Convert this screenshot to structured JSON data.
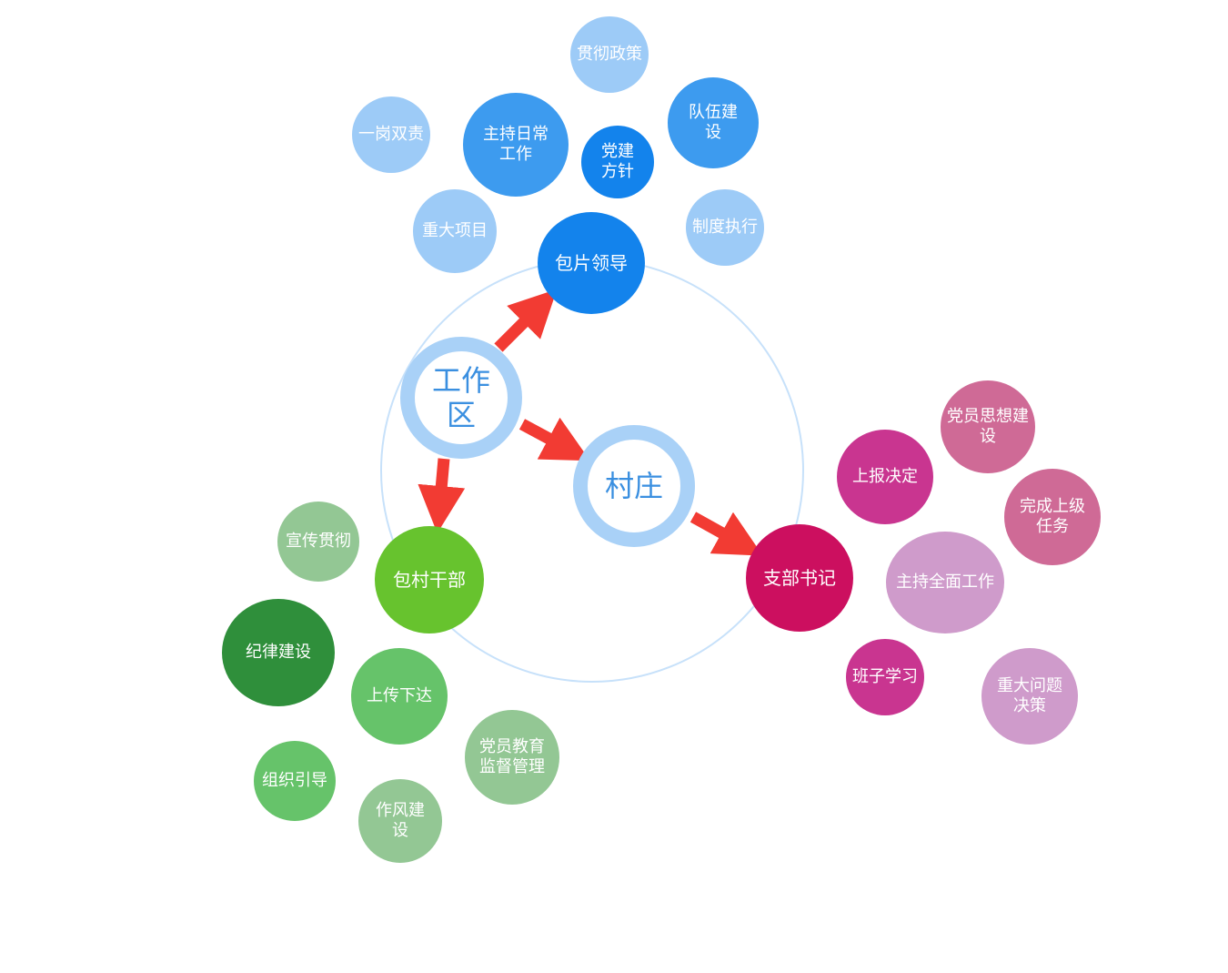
{
  "colors": {
    "blue_main": "#1383ec",
    "blue_mid": "#3d9bef",
    "blue_light": "#9dcbf7",
    "green_main": "#67c32e",
    "green_dark": "#2f8f3b",
    "green_mid": "#66c36a",
    "green_light": "#93c794",
    "magenta_main": "#cc0f5f",
    "magenta_mid": "#c93590",
    "pink_mid": "#cf6a96",
    "pink_light": "#cf9bcb",
    "hub_ring": "#a9d1f7",
    "hub_text": "#3a8fe0",
    "arrow": "#f23b33",
    "orbit": "#c7e1fa"
  },
  "hubs": {
    "work_area": "工作\n区",
    "village": "村庄"
  },
  "main_nodes": {
    "package_leader": "包片领导",
    "village_cadre": "包村干部",
    "branch_secretary": "支部书记"
  },
  "leader_duties": {
    "implement_policy": "贯彻政策",
    "one_post_two_duties": "一岗双责",
    "host_daily_work": "主持日常\n工作",
    "party_policy": "党建\n方针",
    "team_building": "队伍建\n设",
    "major_projects": "重大项目",
    "system_execution": "制度执行"
  },
  "cadre_duties": {
    "publicize_implement": "宣传贯彻",
    "discipline_building": "纪律建设",
    "pass_up_down": "上传下达",
    "party_education": "党员教育\n监督管理",
    "organize_guide": "组织引导",
    "work_style": "作风建\n设"
  },
  "secretary_duties": {
    "report_decision": "上报决定",
    "ideology_building": "党员思想建\n设",
    "complete_tasks": "完成上级\n任务",
    "host_overall_work": "主持全面工作",
    "team_study": "班子学习",
    "major_decisions": "重大问题\n决策"
  }
}
